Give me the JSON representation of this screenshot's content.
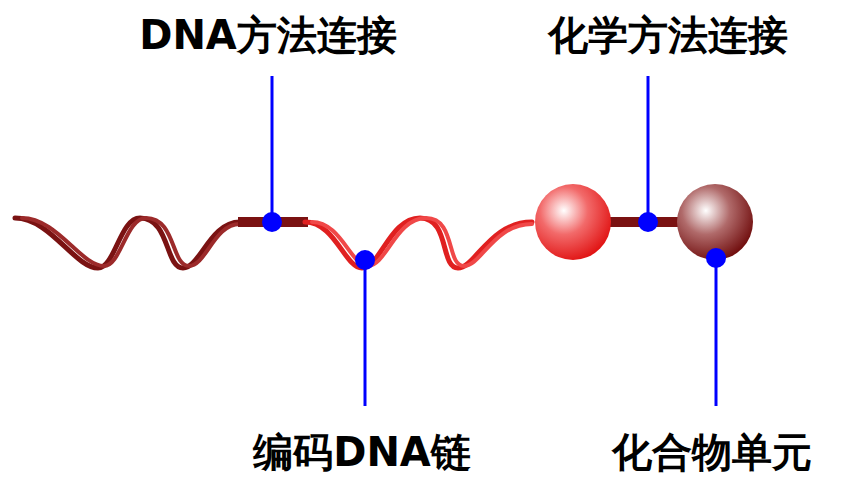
{
  "diagram": {
    "labels": [
      "DNA方法连接",
      "化学方法连接",
      "编码DNA链",
      "化合物单元"
    ]
  }
}
